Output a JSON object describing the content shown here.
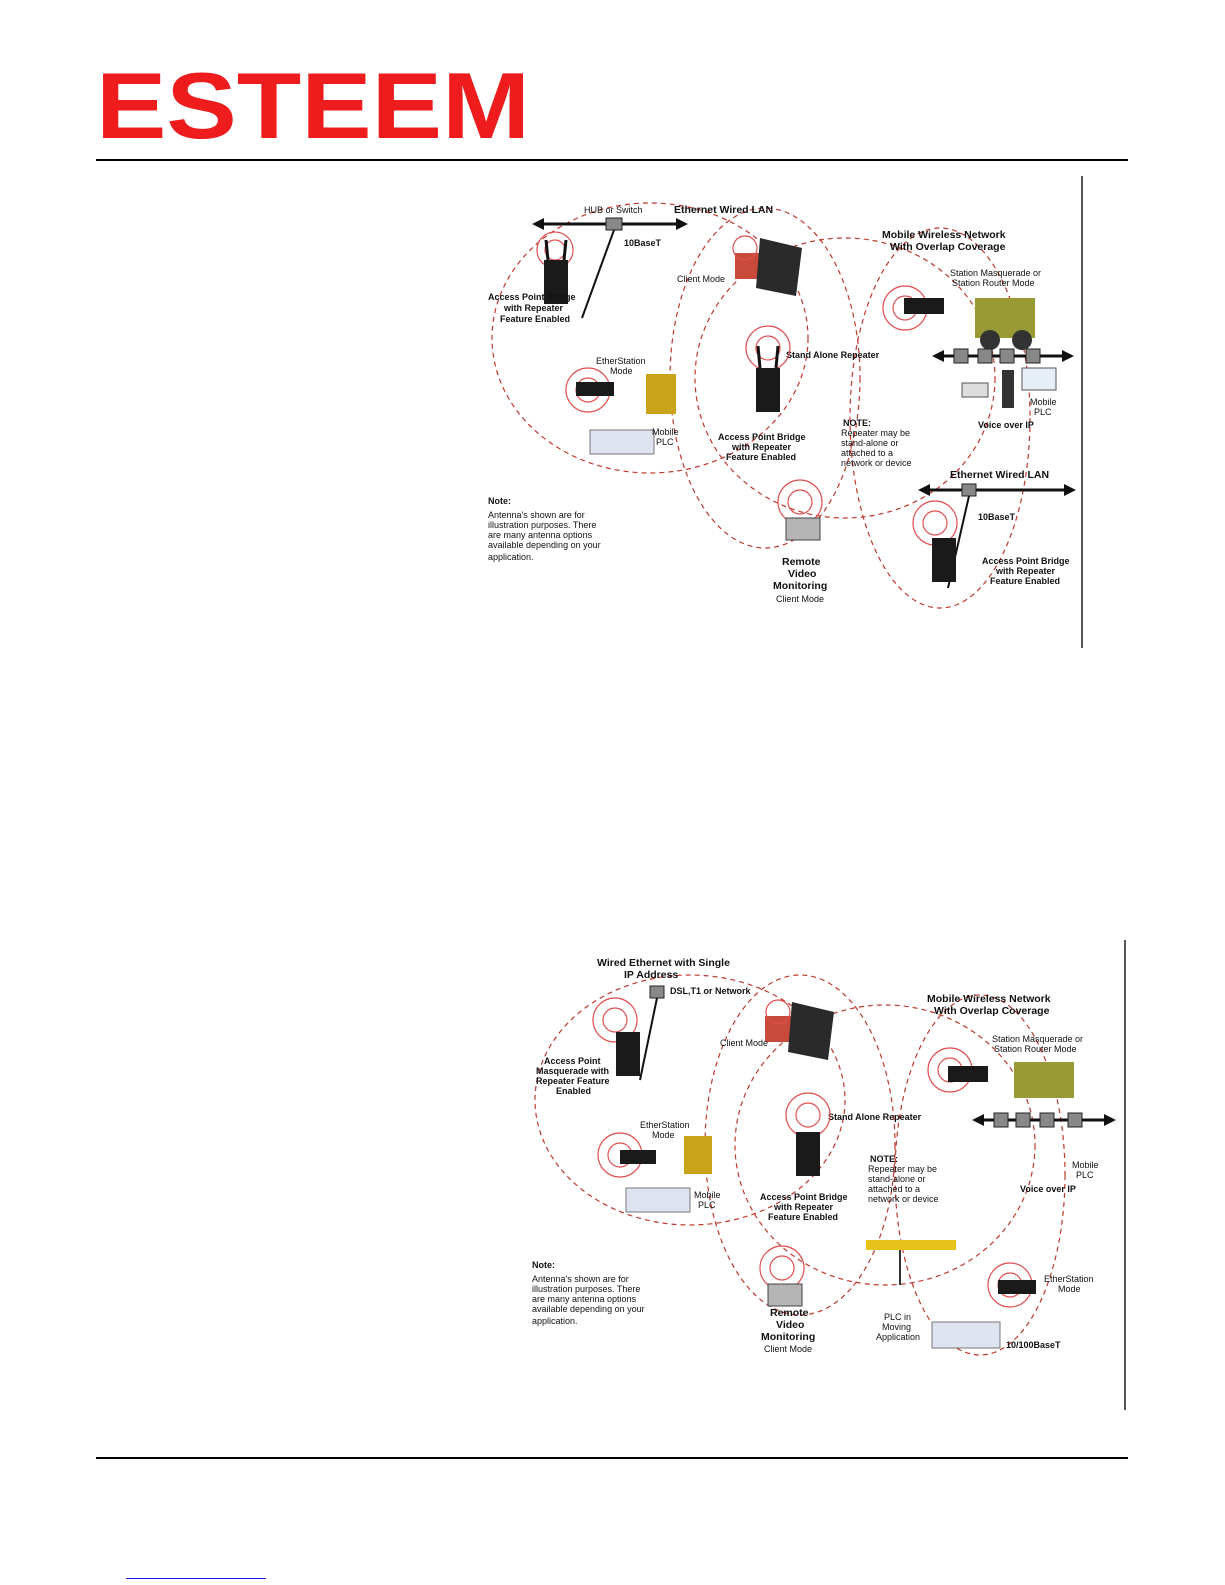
{
  "brand": {
    "name": "ESTEEM",
    "color": "#ee1c1c"
  },
  "diagram1": {
    "hub": "HUB or Switch",
    "lan": "Ethernet Wired LAN",
    "base": "10BaseT",
    "ap1": [
      "Access Point Bridge",
      "with Repeater",
      "Feature Enabled"
    ],
    "client": "Client Mode",
    "mobile_title": [
      "Mobile Wireless Network",
      "With Overlap Coverage"
    ],
    "masq": [
      "Station Masquerade or",
      "Station Router Mode"
    ],
    "repeater": "Stand Alone Repeater",
    "ether": [
      "EtherStation",
      "Mode"
    ],
    "plc": [
      "Mobile",
      "PLC"
    ],
    "ap2": [
      "Access Point Bridge",
      "with Repeater",
      "Feature Enabled"
    ],
    "note_rep": [
      "NOTE:",
      "Repeater may be",
      "stand-alone or",
      "attached to a",
      "network or device"
    ],
    "voip": "Voice over IP",
    "plc2": [
      "Mobile",
      "PLC"
    ],
    "lan2": "Ethernet Wired LAN",
    "base2": "10BaseT",
    "note": [
      "Note:",
      "Antenna's shown are for",
      "illustration purposes.  There",
      "are many antenna options",
      "available depending on your",
      "application."
    ],
    "video": [
      "Remote",
      "Video",
      "Monitoring"
    ],
    "video_mode": "Client Mode",
    "ap3": [
      "Access Point Bridge",
      "with Repeater",
      "Feature Enabled"
    ]
  },
  "diagram2": {
    "wired": [
      "Wired Ethernet with Single",
      "IP Address"
    ],
    "dsl": "DSL,T1 or Network",
    "mobile_title": [
      "Mobile Wireless Network",
      "With Overlap Coverage"
    ],
    "masq": [
      "Station Masquerade or",
      "Station Router Mode"
    ],
    "client": "Client Mode",
    "apm": [
      "Access Point",
      "Masquerade with",
      "Repeater Feature",
      "Enabled"
    ],
    "ether": [
      "EtherStation",
      "Mode"
    ],
    "repeater": "Stand Alone Repeater",
    "plc": [
      "Mobile",
      "PLC"
    ],
    "ap2": [
      "Access Point Bridge",
      "with Repeater",
      "Feature Enabled"
    ],
    "note_rep": [
      "NOTE:",
      "Repeater may be",
      "stand-alone or",
      "attached to a",
      "network or device"
    ],
    "voip": "Voice over IP",
    "plc2": [
      "Mobile",
      "PLC"
    ],
    "note": [
      "Note:",
      "Antenna's shown are for",
      "illustration purposes.  There",
      "are many antenna options",
      "available depending on your",
      "application."
    ],
    "video": [
      "Remote",
      "Video",
      "Monitoring"
    ],
    "video_mode": "Client Mode",
    "plc_moving": [
      "PLC in",
      "Moving",
      "Application"
    ],
    "ether2": [
      "EtherStation",
      "Mode"
    ],
    "base": "10/100BaseT"
  }
}
